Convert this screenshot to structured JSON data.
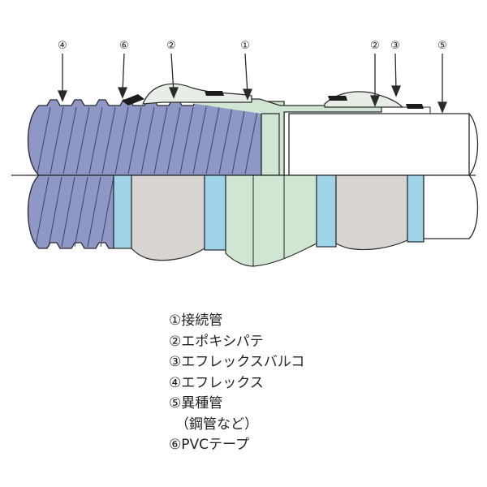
{
  "callouts": {
    "c1": "①",
    "c2a": "②",
    "c2b": "②",
    "c3": "③",
    "c4": "④",
    "c5": "⑤",
    "c6": "⑥"
  },
  "legend": {
    "item1": "①接続管",
    "item2": "②エポキシパテ",
    "item3": "③エフレックスバルコ",
    "item4": "④エフレックス",
    "item5": "⑤異種管",
    "item5_note": "（鋼管など）",
    "item6": "⑥PVCテープ"
  },
  "colors": {
    "eflex": "#8f97c6",
    "connector": "#cfe6d2",
    "putty": "#9fd3e8",
    "section_gray": "#d8d4d2",
    "outline": "#2a2a2a",
    "tape": "#1c1c1c"
  }
}
